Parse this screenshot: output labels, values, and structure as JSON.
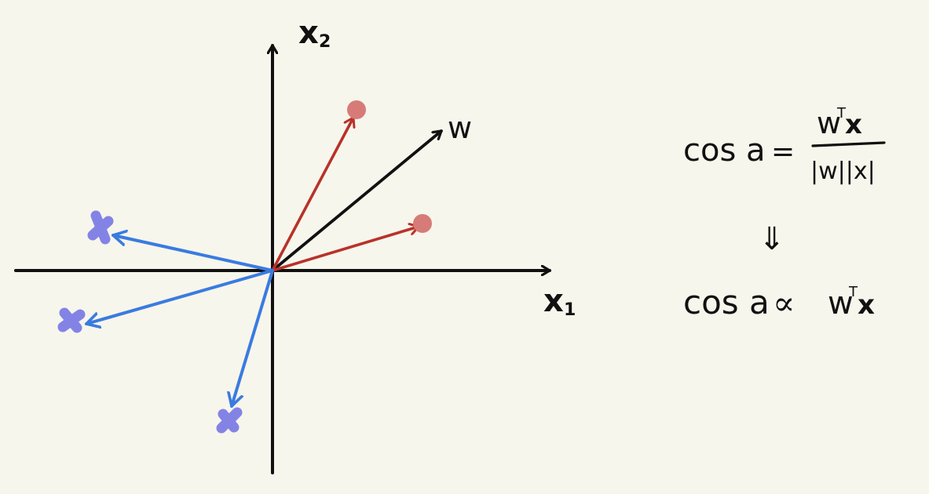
{
  "colors": {
    "background": "#f7f6ec",
    "ink": "#111111",
    "red_vector": "#b8322a",
    "red_point": "#d77b78",
    "blue_vector": "#3a7be0",
    "blue_mark": "#6f6fe6"
  },
  "axes": {
    "x_label_base": "x",
    "x_label_sub": "1",
    "y_label_base": "x",
    "y_label_sub": "2"
  },
  "weight_vector": {
    "label": "w"
  },
  "vectors": {
    "positive_count_icon": "dot",
    "negative_count_icon": "cross"
  },
  "formula": {
    "lhs": "cos a",
    "equals": "=",
    "numerator_base": "w",
    "numerator_sup": "T",
    "numerator_tail": "x",
    "denominator": "|w||x|",
    "implies": "⇓",
    "result_lhs": "cos a",
    "proportional": "∝",
    "result_base": "w",
    "result_sup": "T",
    "result_tail": "x"
  }
}
